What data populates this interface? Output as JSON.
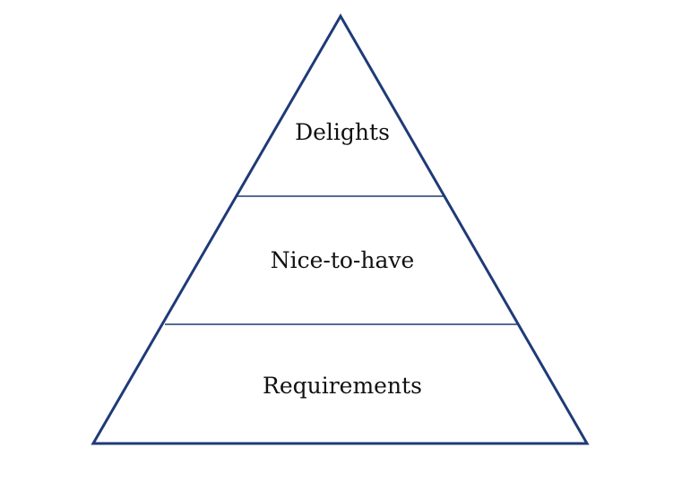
{
  "pyramid": {
    "tiers": [
      {
        "label": "Delights"
      },
      {
        "label": "Nice-to-have"
      },
      {
        "label": "Requirements"
      }
    ]
  },
  "colors": {
    "outline": "#1f3a78",
    "text": "#111111",
    "background": "#ffffff"
  }
}
